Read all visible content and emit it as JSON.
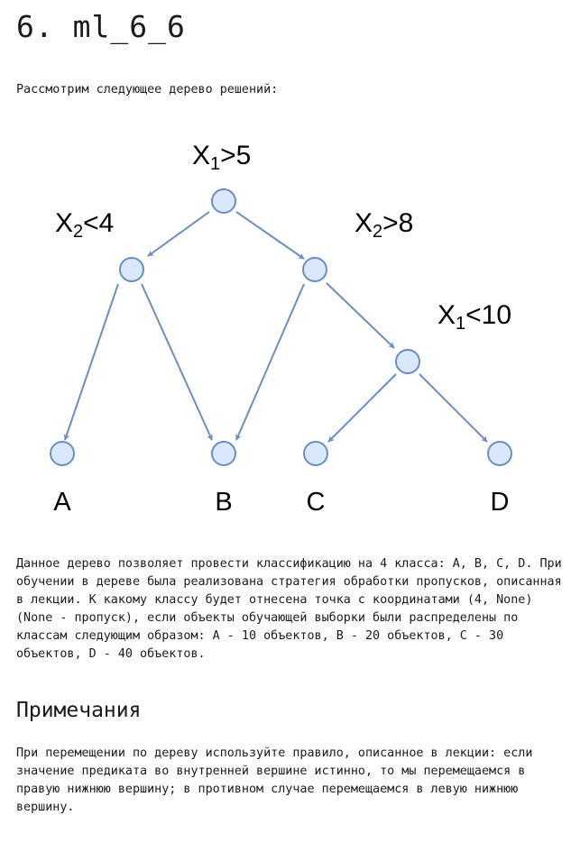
{
  "page": {
    "title": "6. ml_6_6",
    "intro": "Рассмотрим следующее дерево решений:",
    "description": "Данное дерево позволяет провести классификацию на 4 класса: A, B, C, D. При обучении в дереве была реализована стратегия обработки пропусков, описанная в лекции. К какому классу будет отнесена точка с координатами (4, None) (None - пропуск), если объекты обучающей выборки были распределены по классам следующим образом: A - 10 объектов, B - 20 объектов, C - 30 объектов, D - 40 объектов.",
    "notes_title": "Примечания",
    "notes": "При перемещении по дереву используйте правило, описанное в лекции: если значение предиката во внутренней вершине истинно, то мы перемещаемся в правую нижнюю вершину; в противном случае перемещаемся в левую нижнюю вершину."
  },
  "tree": {
    "node_color": "#dae8fc",
    "stroke_color": "#6c8ebf",
    "predicates": {
      "root": {
        "var": "X",
        "sub": "1",
        "op": ">5"
      },
      "left": {
        "var": "X",
        "sub": "2",
        "op": "<4"
      },
      "right": {
        "var": "X",
        "sub": "2",
        "op": ">8"
      },
      "right_right": {
        "var": "X",
        "sub": "1",
        "op": "<10"
      }
    },
    "leaves": {
      "a": "A",
      "b": "B",
      "c": "C",
      "d": "D"
    }
  }
}
